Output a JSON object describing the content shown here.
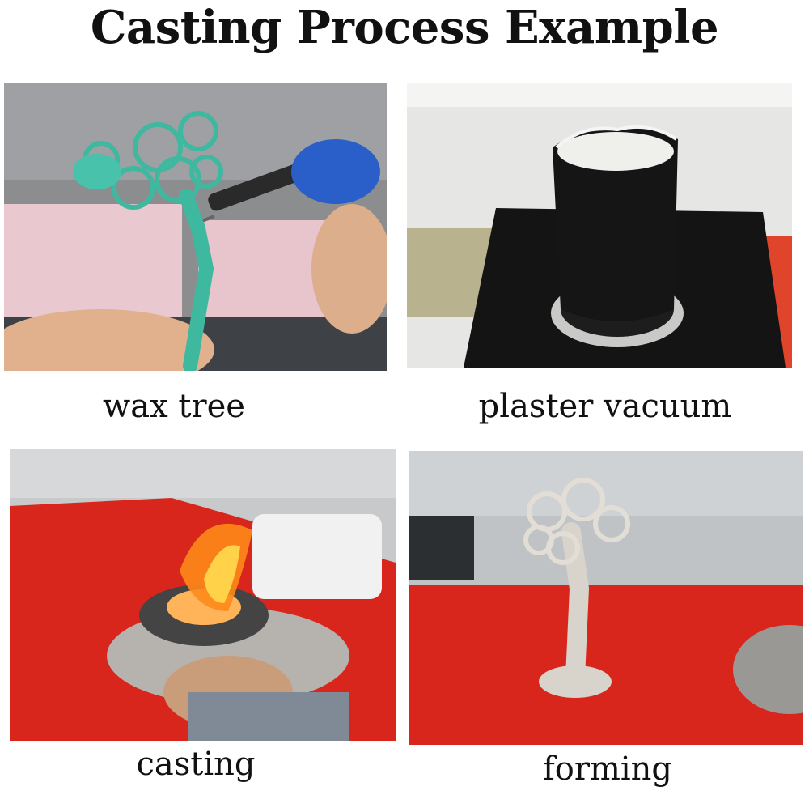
{
  "title": "Casting Process Example",
  "steps": [
    {
      "caption": "wax tree"
    },
    {
      "caption": "plaster vacuum"
    },
    {
      "caption": "casting"
    },
    {
      "caption": "forming"
    }
  ],
  "colors": {
    "wax": "#3fb8a0",
    "flask_black": "#151515",
    "table_red": "#d8261c",
    "flame_orange": "#ff8a1a",
    "silver": "#d8d4cc"
  }
}
